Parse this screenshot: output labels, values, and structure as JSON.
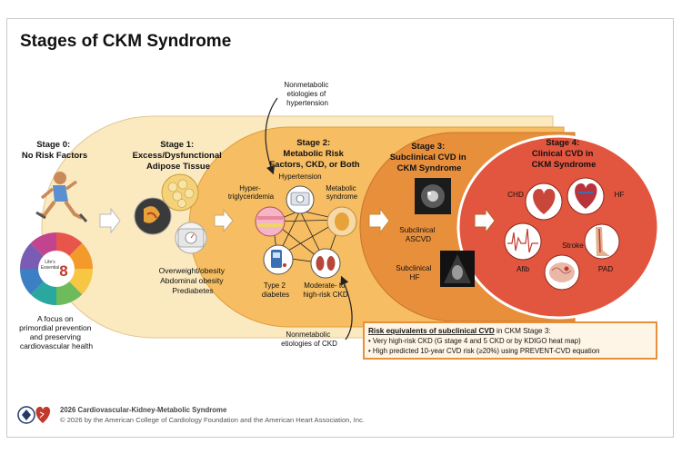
{
  "title": "Stages of CKM Syndrome",
  "stage0": {
    "heading": [
      "Stage 0:",
      "No Risk Factors"
    ],
    "life_essential": [
      "Life's",
      "Essential",
      "8"
    ],
    "caption": [
      "A focus on",
      "primordial prevention",
      "and preserving",
      "cardiovascular health"
    ]
  },
  "stage1": {
    "heading": [
      "Stage 1:",
      "Excess/Dysfunctional",
      "Adipose Tissue"
    ],
    "conditions": [
      "Overweight/obesity",
      "Abdominal obesity",
      "Prediabetes"
    ]
  },
  "stage2": {
    "heading": [
      "Stage 2:",
      "Metabolic Risk",
      "Factors, CKD, or Both"
    ],
    "hypertension": "Hypertension",
    "hypertriglyceridemia": [
      "Hyper-",
      "triglyceridemia"
    ],
    "metabolic_syndrome": [
      "Metabolic",
      "syndrome"
    ],
    "type2_diabetes": [
      "Type 2",
      "diabetes"
    ],
    "ckd": [
      "Moderate- to",
      "high-risk CKD"
    ]
  },
  "annotations": {
    "nonmetabolic_htn": [
      "Nonmetabolic",
      "etiologies of",
      "hypertension"
    ],
    "nonmetabolic_ckd": [
      "Nonmetabolic",
      "etiologies of CKD"
    ]
  },
  "stage3": {
    "heading": [
      "Stage 3:",
      "Subclinical CVD in",
      "CKM Syndrome"
    ],
    "ascvd": [
      "Subclinical",
      "ASCVD"
    ],
    "hf": [
      "Subclinical",
      "HF"
    ]
  },
  "stage4": {
    "heading": [
      "Stage 4:",
      "Clinical CVD in",
      "CKM Syndrome"
    ],
    "chd": "CHD",
    "hf": "HF",
    "stroke": "Stroke",
    "afib": "Afib",
    "pad": "PAD"
  },
  "risk_box": {
    "title_underlined": "Risk equivalents of subclinical CVD",
    "title_rest": " in CKM Stage 3:",
    "bullets": [
      "Very high-risk CKD (G stage 4 and 5 CKD or by KDIGO heat map)",
      "High predicted 10-year CVD risk (≥20%) using PREVENT-CVD equation"
    ]
  },
  "footer": {
    "line1": "2026 Cardiovascular-Kidney-Metabolic Syndrome",
    "line2": "© 2026 by the American College of Cardiology Foundation and the American Heart Association, Inc."
  },
  "colors": {
    "stage1_fill": "#fbe9c0",
    "stage2_fill": "#f6bd62",
    "stage3_fill": "#e88f3c",
    "stage4_fill": "#e2553f",
    "risk_box": "#e88f3c"
  }
}
